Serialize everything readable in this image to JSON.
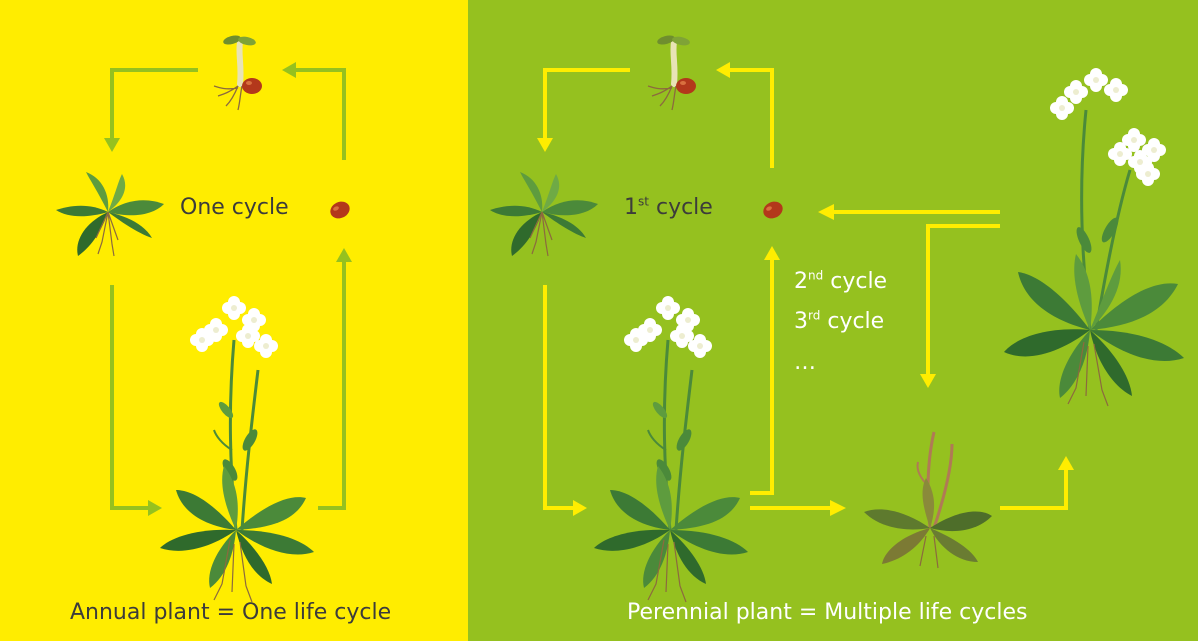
{
  "colors": {
    "annual_bg": "#FFED00",
    "perennial_bg": "#95C11F",
    "annual_arrow": "#95C11F",
    "perennial_arrow": "#FFED00",
    "leaf": "#3C7A35",
    "leaf_light": "#5E9C3E",
    "flower": "#FFFFFF",
    "seed": "#B3381B",
    "text_dark": "#3C3C3B",
    "text_light": "#FFFFFF"
  },
  "annual": {
    "center_label": "One cycle",
    "caption": "Annual plant = One life cycle"
  },
  "perennial": {
    "first_cycle_num": "1",
    "first_cycle_sup": "st",
    "first_cycle_word": "cycle",
    "second_cycle_num": "2",
    "second_cycle_sup": "nd",
    "second_cycle_word": "cycle",
    "third_cycle_num": "3",
    "third_cycle_sup": "rd",
    "third_cycle_word": "cycle",
    "ellipsis": "…",
    "caption": "Perennial plant = Multiple life cycles"
  },
  "icons": [
    "seedling-icon",
    "rosette-icon",
    "seed-icon",
    "flowering-plant-icon",
    "senescent-plant-icon",
    "regrown-plant-icon"
  ]
}
